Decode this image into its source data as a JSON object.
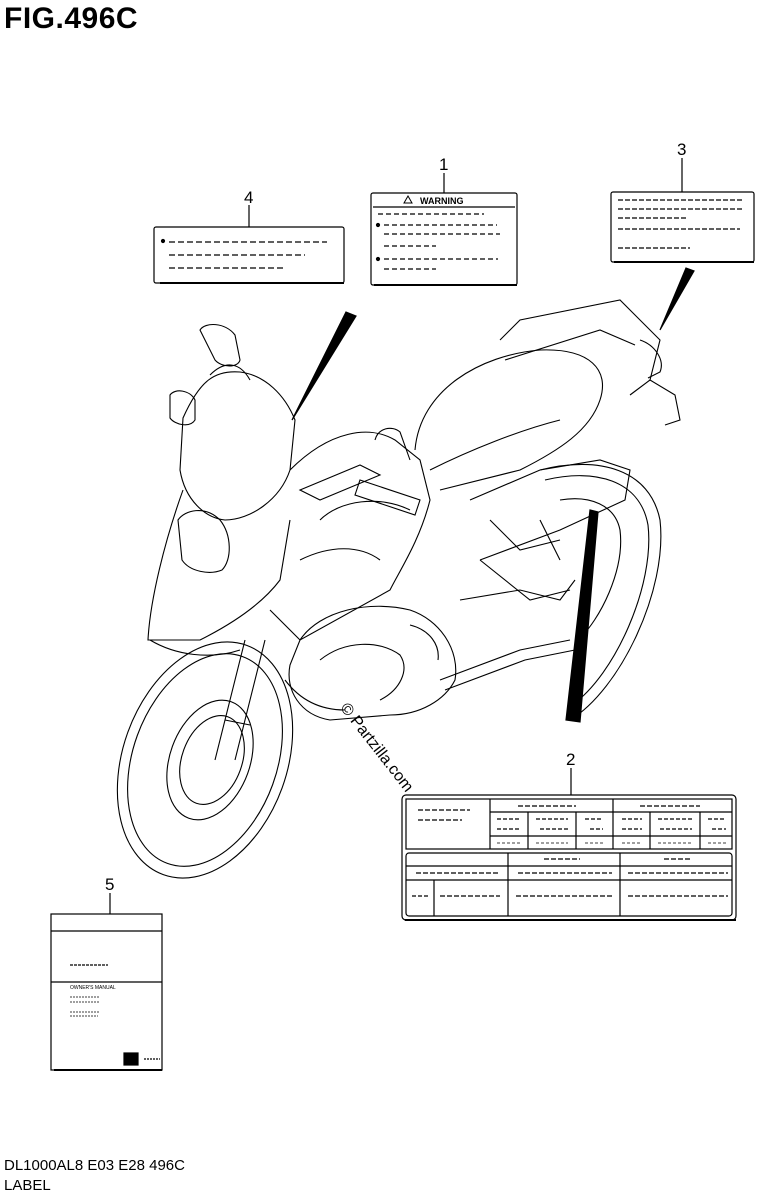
{
  "figure": {
    "title": "FIG.496C"
  },
  "callouts": [
    "1",
    "2",
    "3",
    "4",
    "5"
  ],
  "label1": {
    "heading": "WARNING"
  },
  "label5": {
    "manual_text": "OWNER'S MANUAL"
  },
  "watermark": "© Partzilla.com",
  "footer": {
    "code": "DL1000AL8  E03  E28  496C",
    "caption": "LABEL"
  },
  "colors": {
    "line": "#000000",
    "background": "#ffffff"
  }
}
